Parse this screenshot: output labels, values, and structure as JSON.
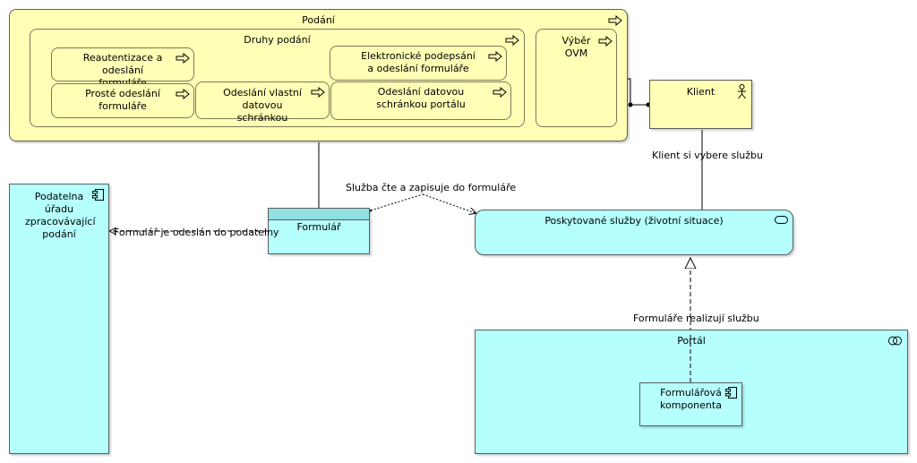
{
  "nodes": {
    "podani": "Podání",
    "druhy": "Druhy podání",
    "reautentizace": "Reautentizace a odeslání formuláře",
    "elektronicke": "Elektronické podepsání a odeslání formuláře",
    "proste": "Prosté odeslání formuláře",
    "vlastni_ds": "Odeslání vlastní datovou schránkou",
    "ds_portalu": "Odeslání datovou schránkou portálu",
    "vyber_ovm": "Výběr OVM",
    "klient": "Klient",
    "podatelna": "Podatelna úřadu zpracovávající podání",
    "formular": "Formulář",
    "sluzby": "Poskytované služby (životní situace)",
    "portal": "Portál",
    "komponenta": "Formulářová komponenta"
  },
  "edges": {
    "klient_vybere": "Klient si vybere službu",
    "sluzba_cte": "Služba čte a zapisuje do formuláře",
    "formular_odeslan": "Formulář je odeslán do podatelny",
    "formulare_realizuji": "Formuláře realizují službu"
  },
  "colors": {
    "business": "#ffffb5",
    "application": "#b5ffff",
    "stroke": "#5c5c5c"
  }
}
